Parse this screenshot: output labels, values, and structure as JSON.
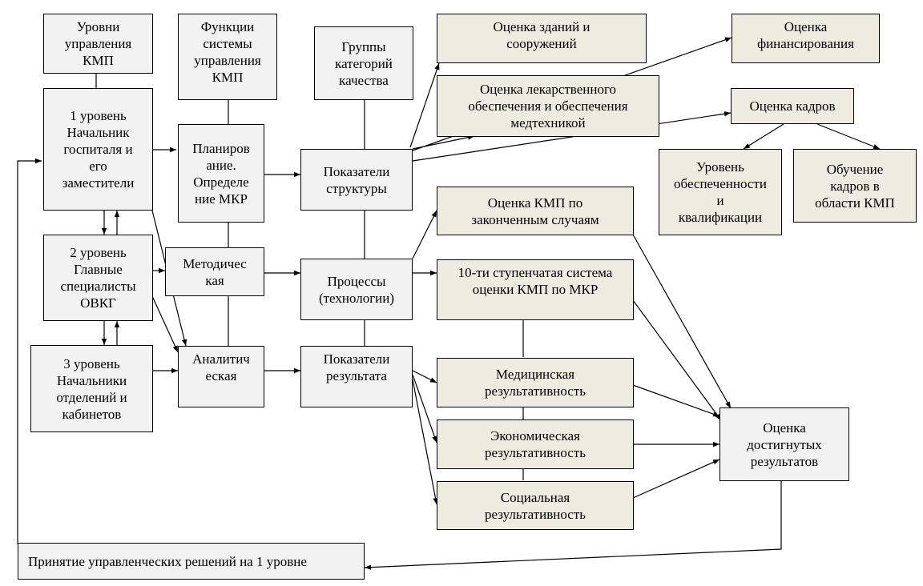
{
  "diagram": {
    "levels_header": "Уровни\nуправления\nКМП",
    "functions_header": "Функции\nсистемы\nуправления\nКМП",
    "quality_groups_header": "Группы\nкатегорий\nкачества",
    "level1": "1 уровень\nНачальник\nгоспиталя и\nего\nзаместители",
    "level2": "2 уровень\nГлавные\nспециалисты\nОВКГ",
    "level3": "3 уровень\nНачальники\nотделений и\nкабинетов",
    "planning": "Планиров\nание.\nОпределе\nние МКР",
    "methodical": "Методичес\nкая",
    "analytical": "Аналитич\nеская",
    "structure": "Показатели\nструктуры",
    "processes": "Процессы\n(технологии)",
    "results": "Показатели\nрезультата",
    "buildings": "Оценка зданий и\nсооружений",
    "drug_supply": "Оценка лекарственного\nобеспечения и обеспечения\nмедтехникой",
    "financing": "Оценка\nфинансирования",
    "staff": "Оценка кадров",
    "staff_level": "Уровень\nобеспеченности\nи\nквалификации",
    "staff_training": "Обучение\nкадров в\nобласти КМП",
    "kmp_completed": "Оценка КМП по\nзаконченным случаям",
    "ten_step": "10-ти ступенчатая система\nоценки КМП по МКР",
    "medical_res": "Медицинская\nрезультативность",
    "economic_res": "Экономическая\nрезультативность",
    "social_res": "Социальная\nрезультативность",
    "achieved": "Оценка\nдостигнутых\nрезультатов",
    "decision": "Принятие управленческих решений на 1 уровне"
  }
}
